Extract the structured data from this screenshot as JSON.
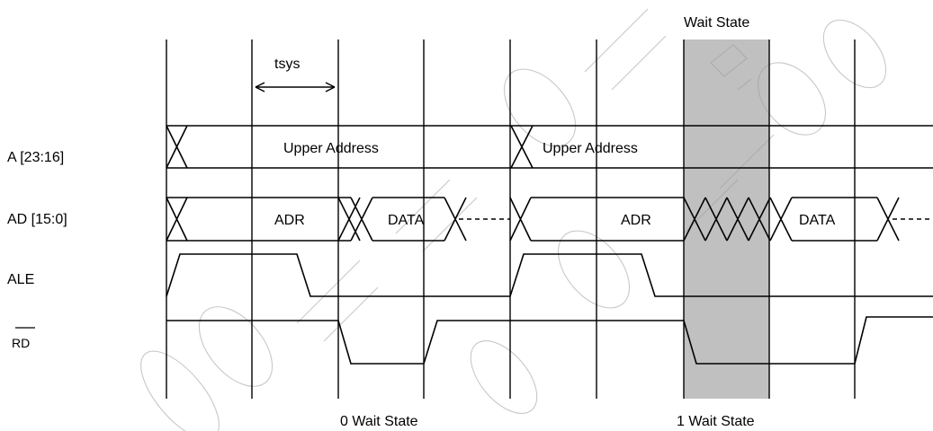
{
  "signals": {
    "a_label": "A [23:16]",
    "ad_label": "AD [15:0]",
    "ale_label": "ALE",
    "rd_label": "RD"
  },
  "bus_values": {
    "upper_address_1": "Upper Address",
    "upper_address_2": "Upper Address",
    "adr_1": "ADR",
    "adr_2": "ADR",
    "data_1": "DATA",
    "data_2": "DATA"
  },
  "annotations": {
    "tsys": "tsys",
    "wait_state": "Wait State",
    "zero_wait": "0 Wait State",
    "one_wait": "1 Wait State"
  },
  "colors": {
    "wait_shade": "#c0c0c0",
    "line": "#000000",
    "watermark": "#9a9a9a"
  }
}
